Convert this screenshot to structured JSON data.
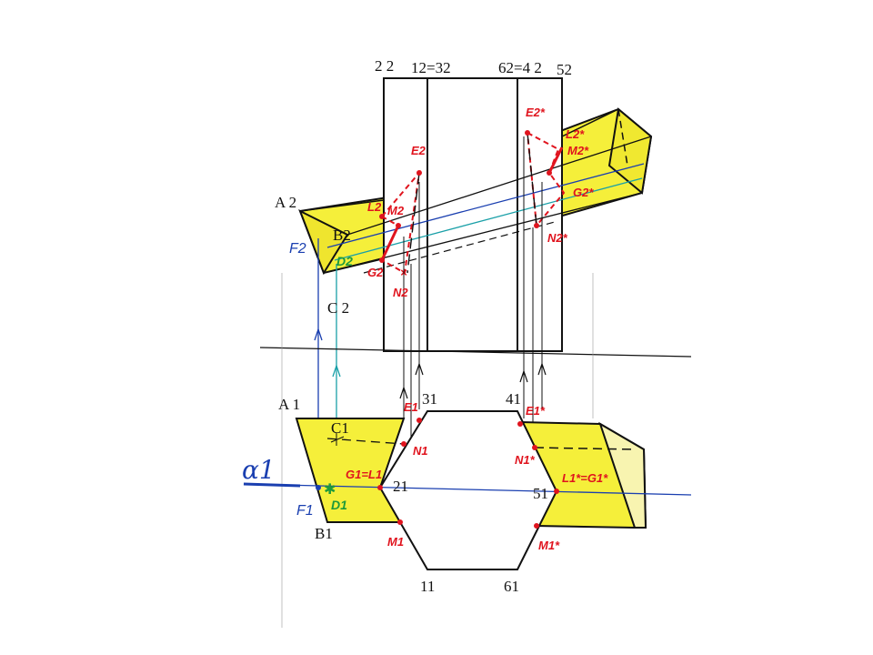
{
  "labels": {
    "top_2_2": "2 2",
    "top_1_3": "12=32",
    "top_6_4": "62=4 2",
    "top_5_2": "52",
    "A2": "A 2",
    "B2": "B2",
    "C2": "C 2",
    "F2": "F2",
    "D2": "D2",
    "L2": "L2",
    "M2": "M2",
    "E2": "E2",
    "G2": "G2",
    "N2": "N2",
    "E2s": "E2*",
    "L2s": "L2*",
    "M2s": "M2*",
    "G2s": "G2*",
    "N2s": "N2*",
    "A1": "A 1",
    "C1": "C1",
    "B1": "B1",
    "F1": "F1",
    "D1": "D1",
    "alpha1": "α1",
    "p31": "31",
    "p41": "41",
    "p21": "21",
    "p51": "51",
    "p11": "11",
    "p61": "61",
    "E1": "E1",
    "N1": "N1",
    "G1L1": "G1=L1",
    "M1": "M1",
    "E1s": "E1*",
    "N1s": "N1*",
    "L1sG1s": "L1*=G1*",
    "M1s": "M1*"
  },
  "colors": {
    "fill_yellow": "#f5ef3a",
    "line_black": "#111111",
    "red": "#e0141e",
    "blue": "#1a3fb0",
    "cyan": "#1aa0a8",
    "green": "#1f9a3a"
  }
}
